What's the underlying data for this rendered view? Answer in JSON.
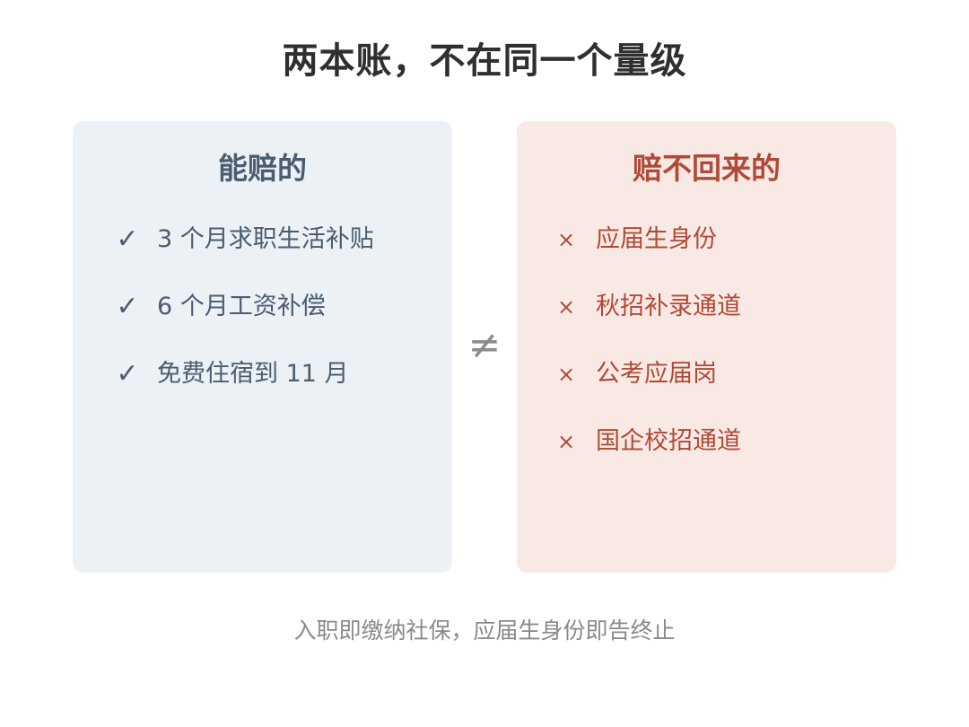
{
  "title": "两本账，不在同一个量级",
  "left_card": {
    "heading": "能赔的",
    "mark": "✓",
    "icon": "check-icon",
    "color": "#4a5d70",
    "background": "#ecf1f5",
    "items": [
      "3 个月求职生活补贴",
      "6 个月工资补偿",
      "免费住宿到 11 月"
    ]
  },
  "separator": "≠",
  "right_card": {
    "heading": "赔不回来的",
    "mark": "×",
    "icon": "cross-icon",
    "color": "#b04a36",
    "background": "#f9e9e5",
    "items": [
      "应届生身份",
      "秋招补录通道",
      "公考应届岗",
      "国企校招通道"
    ]
  },
  "footnote": "入职即缴纳社保，应届生身份即告终止"
}
